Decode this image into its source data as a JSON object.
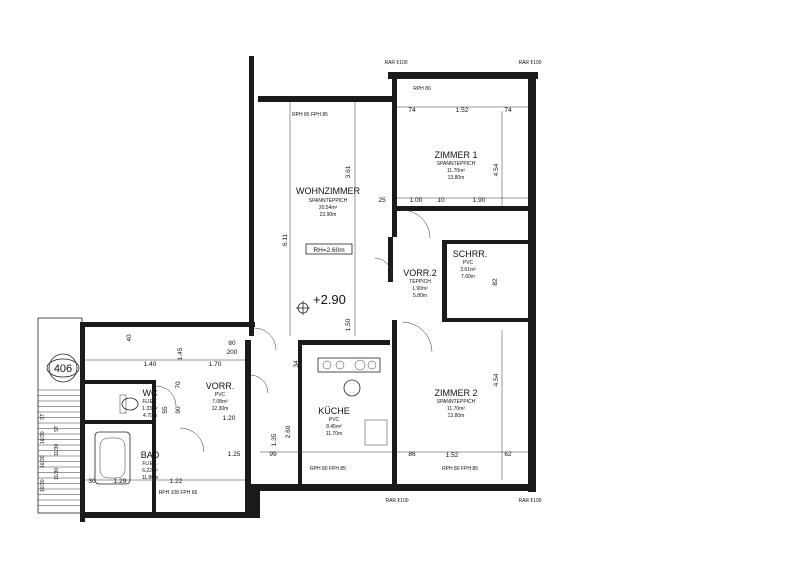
{
  "apartment": {
    "number": "406",
    "level": "+2.90",
    "room_height": "RH=2.60m"
  },
  "rooms": [
    {
      "id": "wohnzimmer",
      "name": "WOHNZIMMER",
      "floor": "SPANNTEPPICH",
      "area": "20.54m²",
      "perimeter": "23.90m"
    },
    {
      "id": "zimmer1",
      "name": "ZIMMER 1",
      "floor": "SPANNTEPPICH",
      "area": "11.70m²",
      "perimeter": "13.80m"
    },
    {
      "id": "zimmer2",
      "name": "ZIMMER 2",
      "floor": "SPANNTEPPICH",
      "area": "11.70m²",
      "perimeter": "13.80m"
    },
    {
      "id": "schrr",
      "name": "SCHRR.",
      "floor": "PVC",
      "area": "3.61m²",
      "perimeter": "7.60m"
    },
    {
      "id": "vorr2",
      "name": "VORR.2",
      "floor": "TEPPICH",
      "area": "1.90m²",
      "perimeter": "5.80m"
    },
    {
      "id": "vorr",
      "name": "VORR.",
      "floor": "PVC",
      "area": "7.08m²",
      "perimeter": "12.30m"
    },
    {
      "id": "wc",
      "name": "WC",
      "floor": "FLIES.",
      "area": "1.33m²",
      "perimeter": "4.70m"
    },
    {
      "id": "kueche",
      "name": "KÜCHE",
      "floor": "PVC",
      "area": "8.45m²",
      "perimeter": "11.70m"
    },
    {
      "id": "bad",
      "name": "BAD",
      "floor": "FLIES.",
      "area": "6.22m²",
      "perimeter": "11.80m"
    }
  ],
  "dimensions": {
    "d361": "3.61",
    "d611": "6.11",
    "d454a": "4.54",
    "d454b": "4.54",
    "d152a": "1.52",
    "d152b": "1.52",
    "d74a": "74",
    "d74b": "74",
    "d100": "1.00",
    "d10": "10",
    "d190": "1.90",
    "d25a": "25",
    "d150": "1.50",
    "d170": "1.70",
    "d145": "1.45",
    "d140": "1.40",
    "d120": "1.20",
    "d135": "1.35",
    "d260": "2.60",
    "d99": "99",
    "d86": "86",
    "d62": "62",
    "d122": "1.22",
    "d129": "1.29",
    "d30": "30",
    "d82": "82",
    "d125": "1.25",
    "d40": "40",
    "d80": "80",
    "d200": "200",
    "d90": "90",
    "d70": "70",
    "d55": "55",
    "d34": "34"
  },
  "windows": {
    "top_left": "RPH 80\nFPH 85",
    "top_right": "RPH 80",
    "bottom_left": "RPH 80\nFPH 85",
    "bottom_right": "RPH 80\nFPH 85",
    "bath": "RPH 108\nFPH 66",
    "rar": "RAR ¢100"
  },
  "stair_labels": [
    "ST",
    "ST",
    "16/30",
    "11/30",
    "16/30",
    "11/30",
    "16/30"
  ]
}
